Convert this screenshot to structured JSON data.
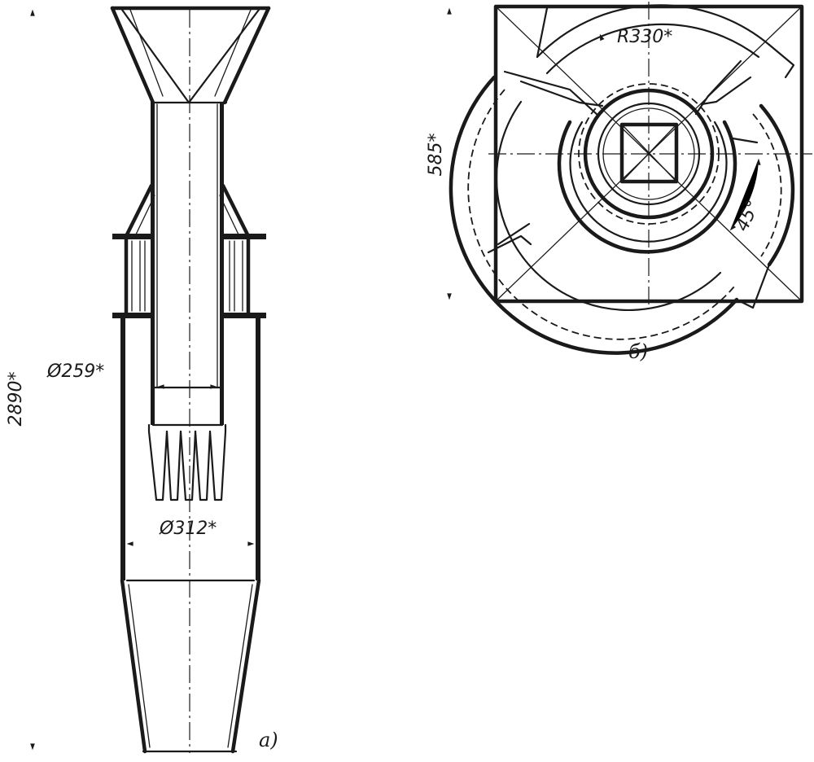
{
  "view_a": {
    "caption": "a)",
    "dims": {
      "height": "2890*",
      "inner_pipe_diameter": "Ø259*",
      "body_diameter": "Ø312*"
    }
  },
  "view_b": {
    "caption": "б)",
    "dims": {
      "side": "585*",
      "radius": "R330*",
      "angle": "45°"
    }
  }
}
